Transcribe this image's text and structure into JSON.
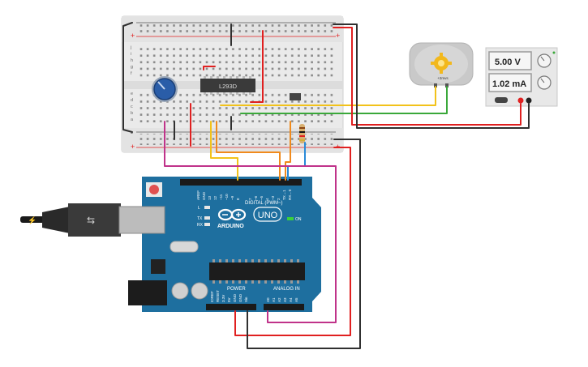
{
  "breadboard": {
    "chip_label": "L293D",
    "rail_plus": "+",
    "rail_minus": "-",
    "row_letters_top": [
      "j",
      "i",
      "h",
      "g",
      "f"
    ],
    "row_letters_bottom": [
      "e",
      "d",
      "c",
      "b",
      "a"
    ]
  },
  "motor": {
    "label": "+2mvs"
  },
  "power_supply": {
    "voltage": "5.00 V",
    "current": "1.02 mA"
  },
  "arduino": {
    "brand": "ARDUINO",
    "model": "UNO",
    "on_label": "ON",
    "digital_header": "DIGITAL (PWM~)",
    "power_header": "POWER",
    "analog_header": "ANALOG IN",
    "led_labels": [
      "L",
      "TX",
      "RX"
    ],
    "digital_pins": [
      "AREF",
      "GND",
      "13",
      "12",
      "~11",
      "~10",
      "~9",
      "8",
      "7",
      "~6",
      "~5",
      "4",
      "~3",
      "2",
      "TX→1",
      "RX←0"
    ],
    "power_pins": [
      "IOREF",
      "RESET",
      "3.3V",
      "5V",
      "GND",
      "GND",
      "Vin"
    ],
    "analog_pins": [
      "A0",
      "A1",
      "A2",
      "A3",
      "A4",
      "A5"
    ]
  },
  "colors": {
    "arduino_board": "#1e6f9f",
    "wire_red": "#e02020",
    "wire_black": "#303030",
    "wire_magenta": "#c0338a",
    "wire_orange": "#f08a1c",
    "wire_yellow": "#f2c21a",
    "wire_green": "#3aa83a",
    "wire_blue": "#2a8ad8",
    "pot_knob": "#2a5da8"
  }
}
